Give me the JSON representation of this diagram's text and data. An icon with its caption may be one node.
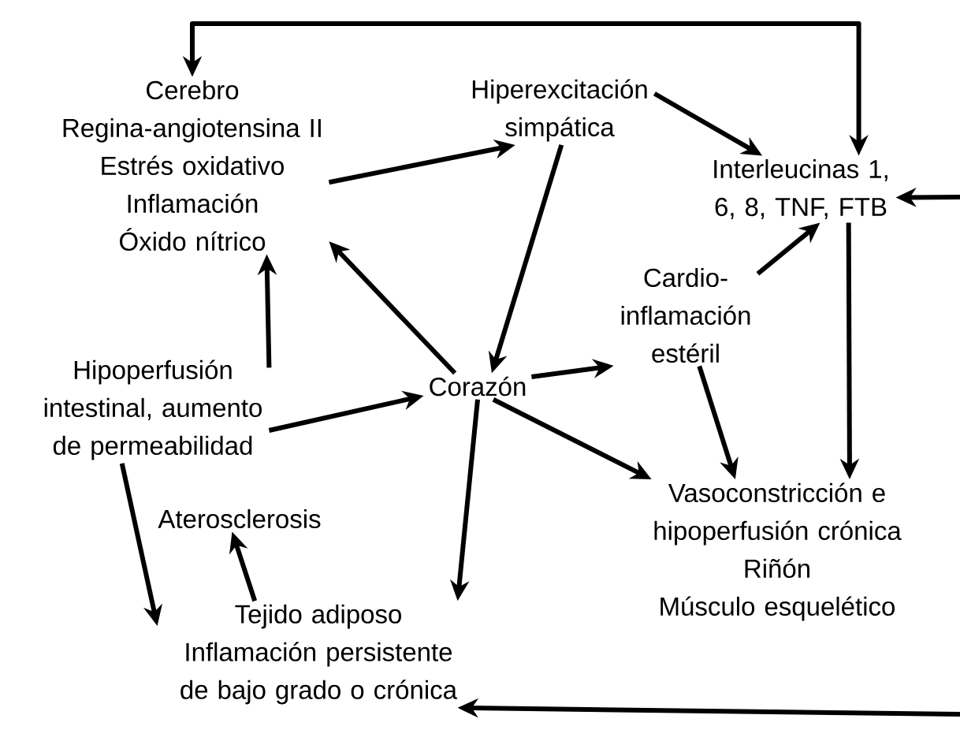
{
  "diagram": {
    "nodes": [
      {
        "text": [
          "Cerebro",
          "Regina-angiotensina II",
          "Estrés oxidativo",
          "Inflamación",
          "Óxido nítrico"
        ]
      },
      {
        "text": [
          "Hiperexcitación simpática"
        ]
      },
      {
        "text": [
          "Interleucinas 1, 6, 8, TNF, FTB"
        ]
      },
      {
        "text": [
          "Cardio-inflamación estéril"
        ]
      },
      {
        "text": [
          "Corazón"
        ]
      },
      {
        "text": [
          "Hipoperfusión intestinal, aumento de permeabilidad"
        ]
      },
      {
        "text": [
          "Aterosclerosis"
        ]
      },
      {
        "text": [
          "Tejido adiposo",
          "Inflamación persistente de bajo grado o crónica"
        ]
      },
      {
        "text": [
          "Vasoconstricción e hipoperfusión crónica",
          "Riñón",
          "Músculo esquelético"
        ]
      }
    ],
    "edges": [
      {
        "from": 0,
        "to": 2,
        "arrow": "both"
      },
      {
        "from": 0,
        "to": 1,
        "arrow": "to"
      },
      {
        "from": 1,
        "to": 2,
        "arrow": "to"
      },
      {
        "from": 1,
        "to": 4,
        "arrow": "to"
      },
      {
        "from": 4,
        "to": 0,
        "arrow": "to"
      },
      {
        "from": 5,
        "to": 0,
        "arrow": "to"
      },
      {
        "from": 5,
        "to": 4,
        "arrow": "to"
      },
      {
        "from": 4,
        "to": 3,
        "arrow": "to"
      },
      {
        "from": 3,
        "to": 2,
        "arrow": "to"
      },
      {
        "from": 3,
        "to": 8,
        "arrow": "to"
      },
      {
        "from": 2,
        "to": 8,
        "arrow": "to"
      },
      {
        "from": 4,
        "to": 8,
        "arrow": "to"
      },
      {
        "from": 4,
        "to": 7,
        "arrow": "to"
      },
      {
        "from": 5,
        "to": 7,
        "arrow": "to"
      },
      {
        "from": 7,
        "to": 6,
        "arrow": "to"
      },
      {
        "from": null,
        "to": 2,
        "arrow": "to"
      },
      {
        "from": null,
        "to": 7,
        "arrow": "to"
      }
    ]
  }
}
